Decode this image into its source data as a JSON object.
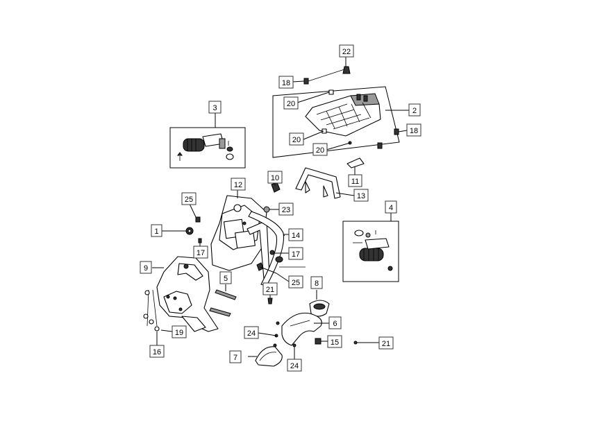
{
  "callouts": {
    "c1": "1",
    "c2": "2",
    "c3": "3",
    "c4": "4",
    "c5": "5",
    "c6": "6",
    "c7": "7",
    "c8": "8",
    "c9": "9",
    "c10": "10",
    "c11": "11",
    "c12": "12",
    "c13": "13",
    "c14": "14",
    "c15": "15",
    "c16": "16",
    "c17a": "17",
    "c17b": "17",
    "c18a": "18",
    "c18b": "18",
    "c19": "19",
    "c20a": "20",
    "c20b": "20",
    "c20c": "20",
    "c21a": "21",
    "c21b": "21",
    "c22": "22",
    "c23": "23",
    "c24a": "24",
    "c24b": "24",
    "c25a": "25",
    "c25b": "25"
  }
}
